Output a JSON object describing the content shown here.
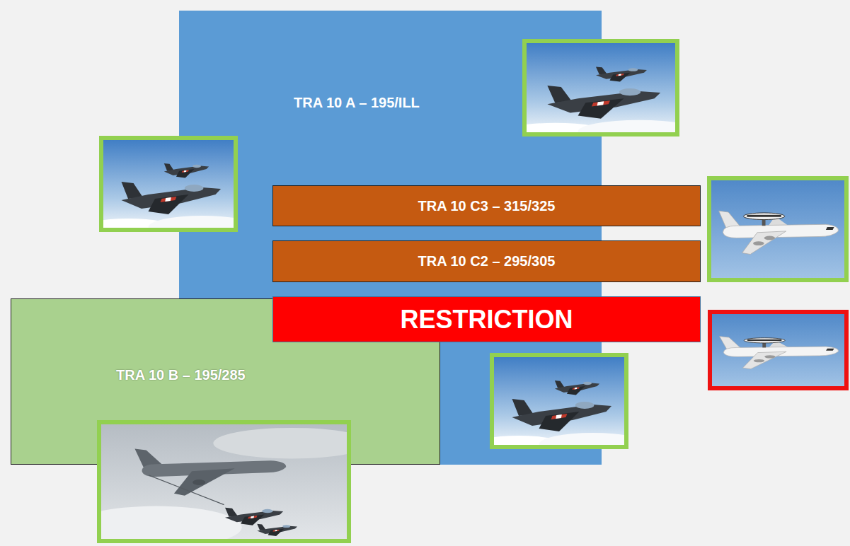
{
  "diagram": {
    "nodes": [
      {
        "text": [
          "TRA 10 A – 195/ILL"
        ]
      },
      {
        "text": [
          "TRA 10 C3 – 315/325"
        ]
      },
      {
        "text": [
          "TRA 10 C2 – 295/305"
        ]
      },
      {
        "text": [
          "RESTRICTION"
        ]
      },
      {
        "text": [
          "TRA 10 B – 195/285"
        ]
      }
    ]
  }
}
